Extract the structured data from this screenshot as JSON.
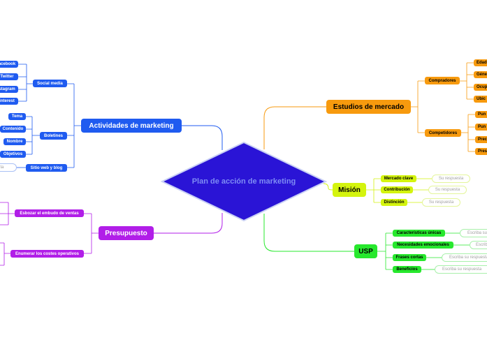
{
  "center": {
    "title": "Plan de acción de marketing"
  },
  "colors": {
    "blue": "#1f5bf0",
    "orange": "#f79a0e",
    "lime": "#d4f40e",
    "green": "#27e82d",
    "purple": "#b11ee8",
    "center": "#2a14d6"
  },
  "branches": {
    "actividades": {
      "label": "Actividades de marketing",
      "social": {
        "label": "Social media",
        "items": [
          "acebook",
          "Twitter",
          "stagram",
          "interest"
        ]
      },
      "boletines": {
        "label": "Boletines",
        "items": [
          "Tema",
          "Contenido",
          "Nombre",
          "Objetivos"
        ]
      },
      "sitio": {
        "label": "Sitio web y blog",
        "hint": "ta"
      }
    },
    "presupuesto": {
      "label": "Presupuesto",
      "embudo": {
        "label": "Esbozar el embudo de ventas"
      },
      "costes": {
        "label": "Enumerar los costes operativos"
      }
    },
    "estudios": {
      "label": "Estudios de mercado",
      "compradores": {
        "label": "Compradores",
        "items": [
          "Edad",
          "Géne",
          "Ocup",
          "Ubic"
        ]
      },
      "competidores": {
        "label": "Competidores",
        "items": [
          "Pun",
          "Pun",
          "Prec",
          "Pres"
        ]
      }
    },
    "mision": {
      "label": "Misión",
      "items": [
        {
          "label": "Mercado clave",
          "hint": "Su respuesta"
        },
        {
          "label": "Contribución",
          "hint": "Su respuesta"
        },
        {
          "label": "Distinción",
          "hint": "Su respuesta"
        }
      ]
    },
    "usp": {
      "label": "USP",
      "items": [
        {
          "label": "Características únicas",
          "hint": "Escriba su"
        },
        {
          "label": "Necesidades emocionales",
          "hint": "Escrib"
        },
        {
          "label": "Frases cortas",
          "hint": "Escriba su respuesta"
        },
        {
          "label": "Beneficios",
          "hint": "Escriba su respuesta"
        }
      ]
    }
  }
}
